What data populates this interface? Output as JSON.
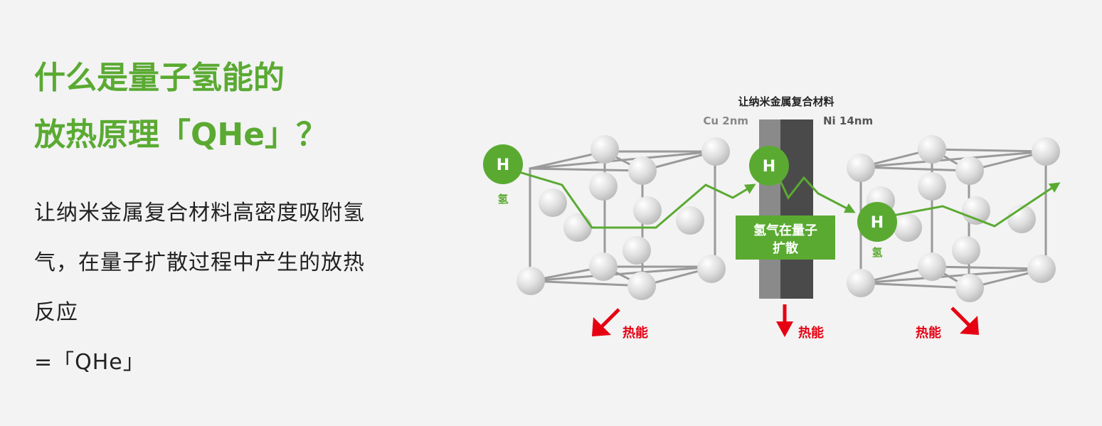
{
  "title": {
    "line1": "什么是量子氢能的",
    "line2": "放热原理「QHe」？"
  },
  "description": {
    "line1": "让纳米金属复合材料高密度吸附氢",
    "line2": "气，在量子扩散过程中产生的放热",
    "line3": "反应",
    "line4": "=「QHe」"
  },
  "diagram": {
    "material_title": "让纳米金属复合材料",
    "cu_label": "Cu 2nm",
    "ni_label": "Ni 14nm",
    "hydrogen_symbol": "H",
    "hydrogen_label": "氢",
    "diffusion_label_line1": "氢气在量子",
    "diffusion_label_line2": "扩散",
    "heat_label": "热能"
  },
  "colors": {
    "accent_green": "#5aaa32",
    "heat_red": "#e60012",
    "cu_layer": "#8a8a8a",
    "ni_layer": "#4a4a4a"
  }
}
